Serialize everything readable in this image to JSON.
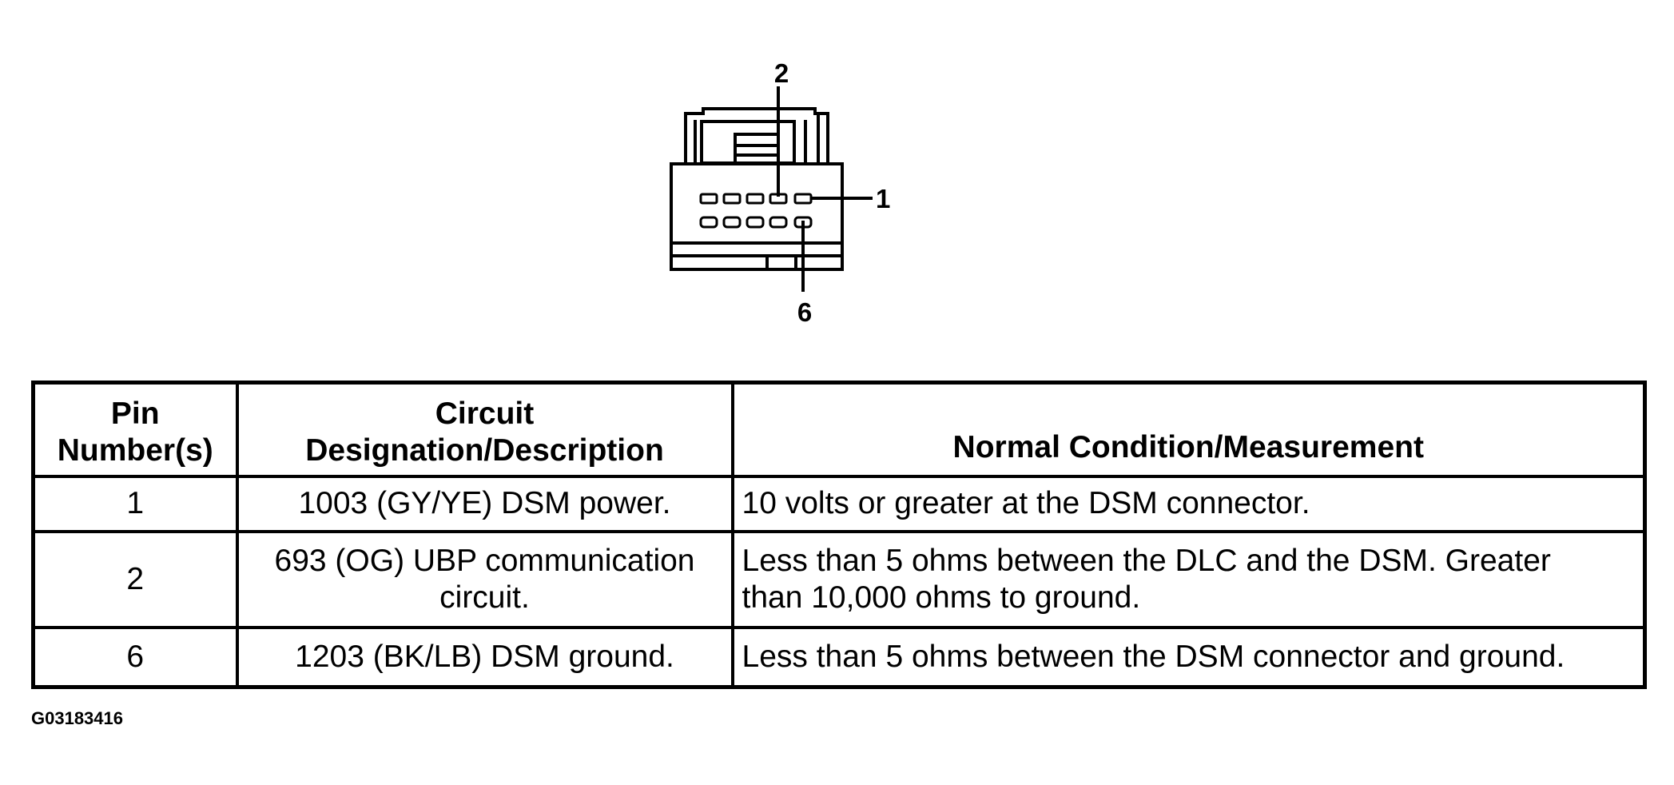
{
  "connector": {
    "callouts": [
      {
        "pin": "2"
      },
      {
        "pin": "1"
      },
      {
        "pin": "6"
      }
    ]
  },
  "table": {
    "headers": {
      "pin": "Pin\nNumber(s)",
      "description": "Circuit\nDesignation/Description",
      "measurement": "Normal Condition/Measurement"
    },
    "rows": [
      {
        "pin": "1",
        "description": "1003 (GY/YE) DSM power.",
        "measurement": "10 volts or greater at the DSM connector."
      },
      {
        "pin": "2",
        "description": "693 (OG) UBP communication\ncircuit.",
        "measurement": "Less than 5 ohms between the DLC and the DSM. Greater\nthan 10,000 ohms to ground."
      },
      {
        "pin": "6",
        "description": "1203 (BK/LB) DSM ground.",
        "measurement": "Less than 5 ohms between the DSM connector and ground."
      }
    ]
  },
  "figure_id": "G03183416"
}
